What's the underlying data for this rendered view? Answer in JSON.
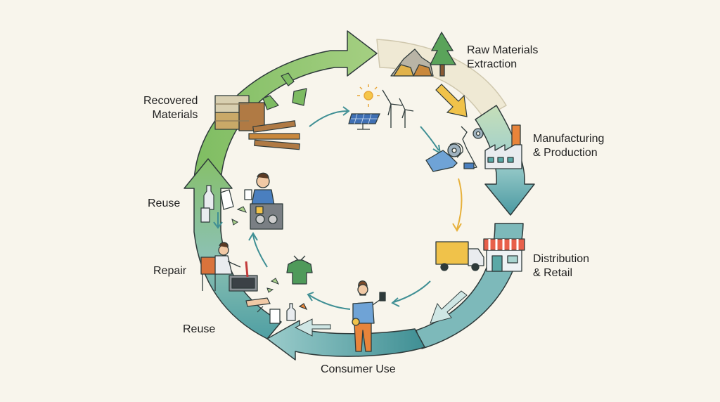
{
  "stages": {
    "raw_materials": {
      "line1": "Raw Materials",
      "line2": "Extraction"
    },
    "manufacturing": {
      "line1": "Manufacturing",
      "line2": "& Production"
    },
    "distribution": {
      "line1": "Distribution",
      "line2": "& Retail"
    },
    "consumer_use": {
      "line1": "Consumer Use"
    },
    "reuse_lower": {
      "line1": "Reuse"
    },
    "repair": {
      "line1": "Repair"
    },
    "reuse_upper": {
      "line1": "Reuse"
    },
    "recovered": {
      "line1": "Recovered",
      "line2": "Materials"
    }
  },
  "colors": {
    "background": "#f8f5ec",
    "green": "#7dbb62",
    "light_green": "#a9d08a",
    "teal": "#5aa8a6",
    "light_teal": "#a8d4d0",
    "dark_teal": "#3f8f94",
    "cream": "#efe9d4",
    "yellow": "#f0c24a",
    "orange": "#e8843a",
    "blue": "#4a7fbf",
    "outline": "#2e3a3a"
  },
  "icons": [
    "mountain-rocks-icon",
    "pine-tree-icon",
    "solar-panel-icon",
    "wind-turbine-icon",
    "sun-icon",
    "robotic-arm-icon",
    "gears-icon",
    "factory-icon",
    "delivery-truck-icon",
    "store-icon",
    "shopper-with-phone-icon",
    "shirt-hanger-icon",
    "repair-person-icon",
    "sorting-worker-icon",
    "recycling-symbol-icon",
    "material-bales-icon",
    "wood-pile-icon",
    "bottle-icon",
    "paper-icon"
  ]
}
